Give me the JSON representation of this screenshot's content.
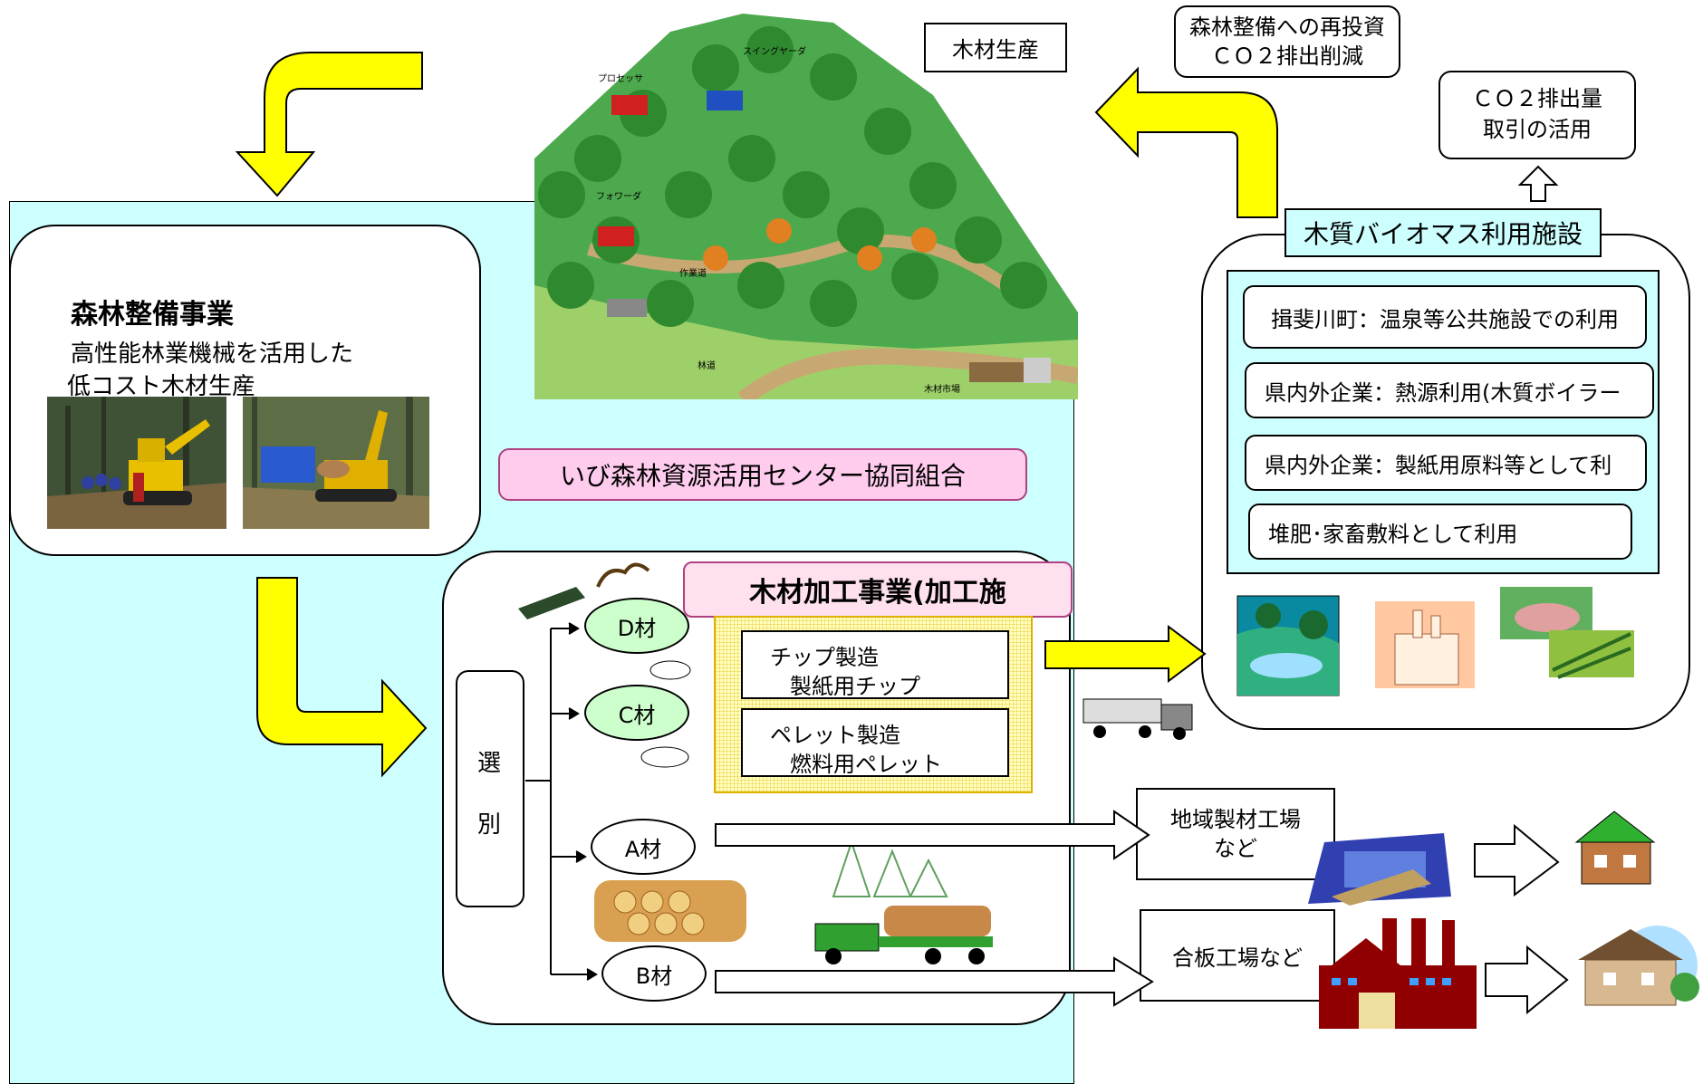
{
  "forestry": {
    "title": "森林整備事業",
    "line1": "高性能林業機械を活用した",
    "line2": "低コスト木材生産"
  },
  "timber_production": {
    "label": "木材生産",
    "map_labels": {
      "processor": "プロセッサ",
      "swing_yarder": "スイングヤーダ",
      "forwarder": "フォワーダ",
      "work_road": "作業道",
      "forest_road": "林道",
      "timber_market": "木材市場"
    }
  },
  "reinvest": {
    "line1": "森林整備への再投資",
    "line2": "ＣＯ２排出削減"
  },
  "co2_trade": {
    "line1": "ＣＯ２排出量",
    "line2": "取引の活用"
  },
  "cooperative": {
    "name": "いび森林資源活用センター協同組合"
  },
  "processing": {
    "title": "木材加工事業(加工施",
    "chip_line1": "チップ製造",
    "chip_line2": "製紙用チップ",
    "pellet_line1": "ペレット製造",
    "pellet_line2": "燃料用ペレット"
  },
  "sorting": {
    "label_top": "選",
    "label_bottom": "別"
  },
  "grades": {
    "d": "D材",
    "c": "C材",
    "a": "A材",
    "b": "B材"
  },
  "biomass": {
    "title": "木質バイオマス利用施設",
    "uses": [
      "揖斐川町：温泉等公共施設での利用",
      "県内外企業：熱源利用(木質ボイラー",
      "県内外企業：製紙用原料等として利",
      "堆肥･家畜敷料として利用"
    ]
  },
  "sawmill": {
    "line1": "地域製材工場",
    "line2": "など"
  },
  "plywood": {
    "label": "合板工場など"
  },
  "colors": {
    "panel_cyan": "#ccfffe",
    "arrow_yellow": "#ffff00",
    "grade_oval_green": "#ccffcc",
    "cooperative_pink": "#ffccee",
    "processing_title_pink": "#ffe0ee",
    "biomass_title_cyan": "#ccfffe"
  }
}
